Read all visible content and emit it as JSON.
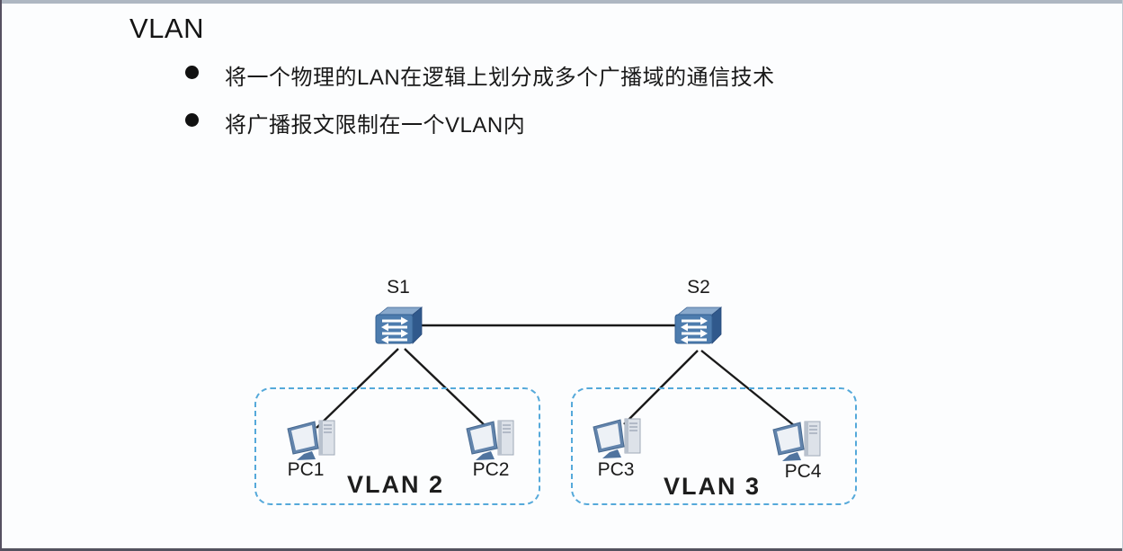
{
  "theme": {
    "bg": "#fcfdfe",
    "accent-dashed": "#55a9da",
    "top-strip": "#aeb7c2",
    "bottom-strip": "#53525f",
    "left-strip": "#565161"
  },
  "slide": {
    "title": "VLAN",
    "bullets": [
      "将一个物理的LAN在逻辑上划分成多个广播域的通信技术",
      "将广播报文限制在一个VLAN内"
    ]
  },
  "diagram": {
    "switches": [
      {
        "label": "S1"
      },
      {
        "label": "S2"
      }
    ],
    "pcs": [
      {
        "label": "PC1"
      },
      {
        "label": "PC2"
      },
      {
        "label": "PC3"
      },
      {
        "label": "PC4"
      }
    ],
    "vlans": [
      {
        "label": "VLAN 2"
      },
      {
        "label": "VLAN 3"
      }
    ],
    "colors": {
      "switch_front": "#4d7cae",
      "switch_side": "#30598c",
      "switch_top": "#89a9cc",
      "pc_monitor": "#6284ac",
      "pc_screen": "#edf1f6",
      "link_line": "#1a1a1a"
    }
  }
}
